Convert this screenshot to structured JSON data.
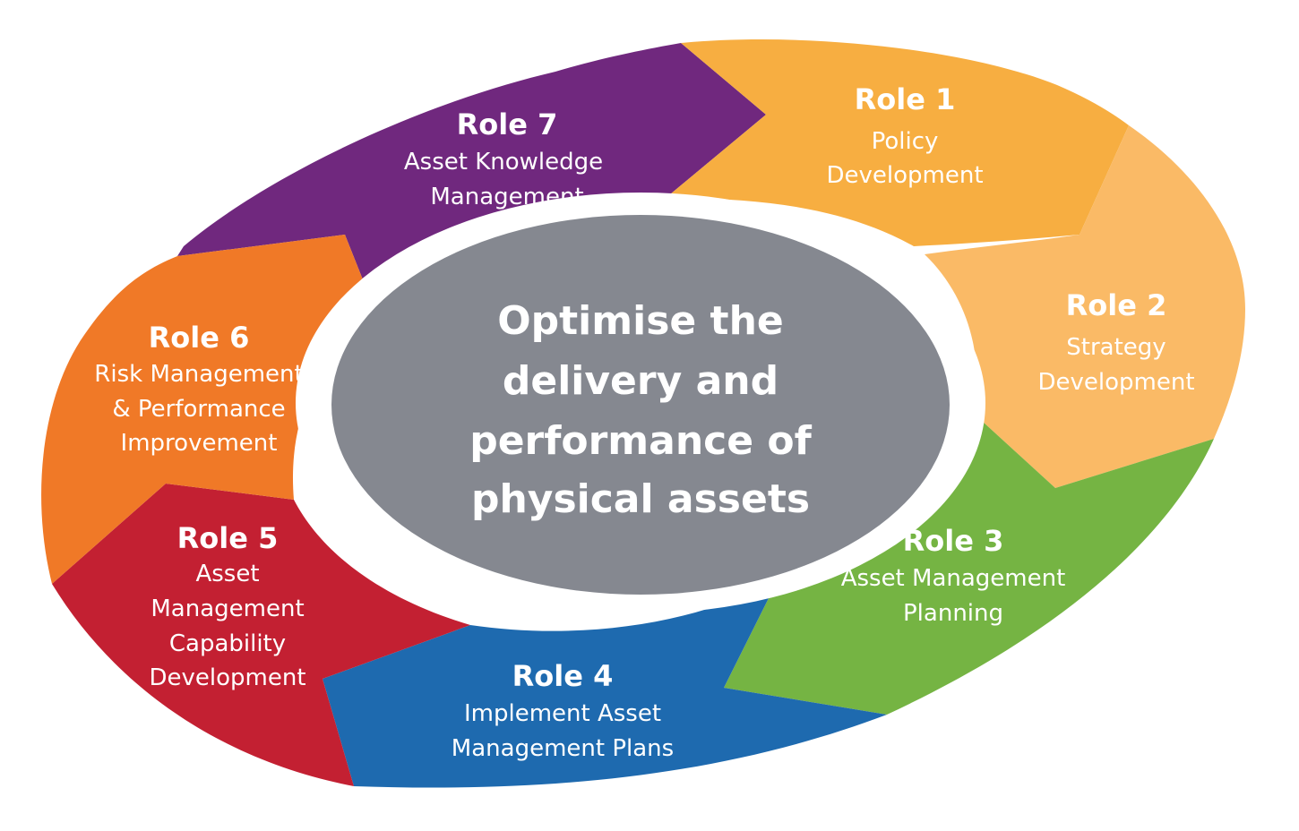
{
  "center": {
    "lines": [
      "Optimise the",
      "delivery and",
      "performance of",
      "physical assets"
    ],
    "color": "#858890"
  },
  "roles": [
    {
      "id": "role-1",
      "title": "Role 1",
      "desc": [
        "Policy",
        "Development"
      ],
      "color": "#F7AE41"
    },
    {
      "id": "role-2",
      "title": "Role 2",
      "desc": [
        "Strategy",
        "Development"
      ],
      "color": "#FABA66"
    },
    {
      "id": "role-3",
      "title": "Role 3",
      "desc": [
        "Asset Management",
        "Planning"
      ],
      "color": "#75B443"
    },
    {
      "id": "role-4",
      "title": "Role 4",
      "desc": [
        "Implement Asset",
        "Management Plans"
      ],
      "color": "#1E6AAF"
    },
    {
      "id": "role-5",
      "title": "Role 5",
      "desc": [
        "Asset",
        "Management",
        "Capability",
        "Development"
      ],
      "color": "#C32032"
    },
    {
      "id": "role-6",
      "title": "Role 6",
      "desc": [
        "Risk Management",
        "& Performance",
        "Improvement"
      ],
      "color": "#F07927"
    },
    {
      "id": "role-7",
      "title": "Role 7",
      "desc": [
        "Asset Knowledge",
        "Management"
      ],
      "color": "#70287E"
    }
  ]
}
